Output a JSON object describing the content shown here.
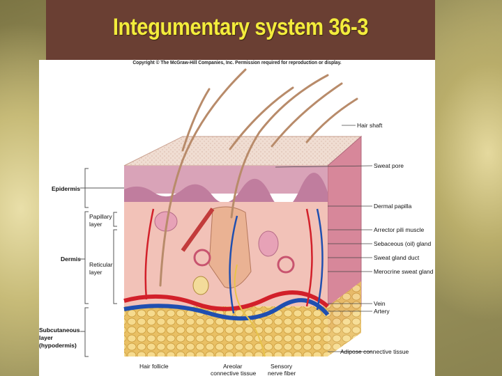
{
  "slide": {
    "title": "Integumentary system 36-3",
    "copyright": "Copyright © The McGraw-Hill Companies, Inc. Permission required for reproduction or display."
  },
  "regions": {
    "epidermis": "Epidermis",
    "papillary": [
      "Papillary",
      "layer"
    ],
    "dermis": "Dermis",
    "reticular": [
      "Reticular",
      "layer"
    ],
    "subcutaneous": [
      "Subcutaneous",
      "layer",
      "(hypodermis)"
    ]
  },
  "labels_right": {
    "hair_shaft": "Hair shaft",
    "sweat_pore": "Sweat pore",
    "dermal_papilla": "Dermal papilla",
    "arrector": "Arrector pili muscle",
    "sebaceous": "Sebaceous (oil) gland",
    "sweat_duct": "Sweat gland duct",
    "merocrine": "Merocrine sweat gland",
    "vein": "Vein",
    "artery": "Artery",
    "adipose": "Adipose connective tissue"
  },
  "labels_bottom": {
    "hair_follicle": "Hair follicle",
    "areolar": [
      "Areolar",
      "connective tissue"
    ],
    "sensory": [
      "Sensory",
      "nerve fiber"
    ]
  },
  "colors": {
    "title_bar": "#6a3f33",
    "title_text": "#f3ec3c",
    "epidermis": "#d9a3b8",
    "dermis": "#f2c2b8",
    "adipose": "#f0d27a",
    "artery": "#d2202a",
    "vein": "#1f4fb0"
  }
}
